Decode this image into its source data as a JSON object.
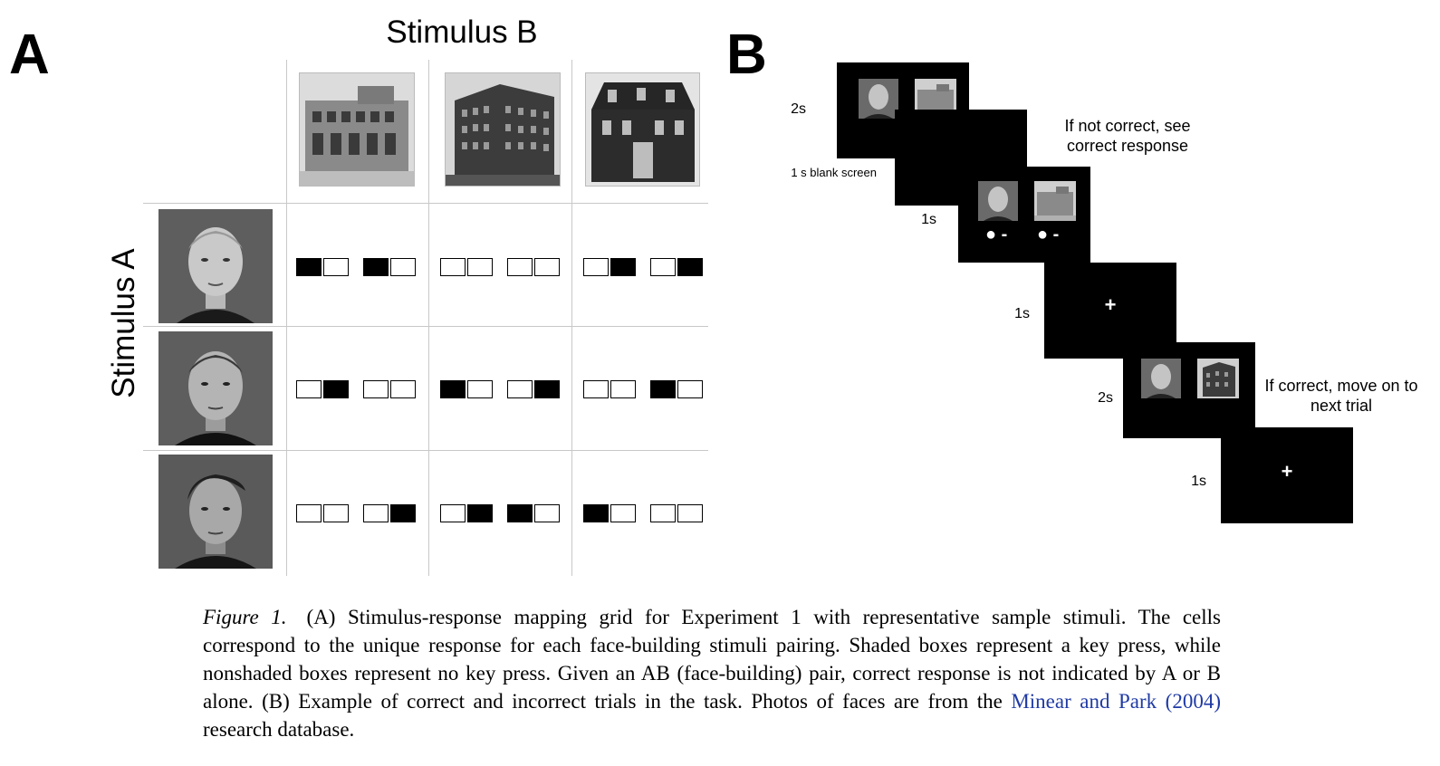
{
  "panel_a": {
    "label": "A",
    "stimulus_b_title": "Stimulus B",
    "stimulus_a_title": "Stimulus A",
    "response_grid": [
      [
        [
          [
            1,
            0
          ],
          [
            1,
            0
          ]
        ],
        [
          [
            0,
            0
          ],
          [
            0,
            0
          ]
        ],
        [
          [
            0,
            1
          ],
          [
            0,
            1
          ]
        ]
      ],
      [
        [
          [
            0,
            1
          ],
          [
            0,
            0
          ]
        ],
        [
          [
            1,
            0
          ],
          [
            0,
            1
          ]
        ],
        [
          [
            0,
            0
          ],
          [
            1,
            0
          ]
        ]
      ],
      [
        [
          [
            0,
            0
          ],
          [
            0,
            1
          ]
        ],
        [
          [
            0,
            1
          ],
          [
            1,
            0
          ]
        ],
        [
          [
            1,
            0
          ],
          [
            0,
            0
          ]
        ]
      ]
    ]
  },
  "panel_b": {
    "label": "B",
    "time_2s_first": "2s",
    "blank_screen": "1 s blank screen",
    "time_1s_feedback": "1s",
    "time_1s_fix1": "1s",
    "time_2s_second": "2s",
    "time_1s_fix2": "1s",
    "note_incorrect": "If not correct, see correct response",
    "note_correct": "If correct, move on to next trial",
    "fixation": "+",
    "response_mark": "● -"
  },
  "caption": {
    "figure_label": "Figure 1.",
    "text": "(A) Stimulus-response mapping grid for Experiment 1 with representative sample stimuli. The cells correspond to the unique response for each face-building stimuli pairing. Shaded boxes represent a key press, while nonshaded boxes represent no key press. Given an AB (face-building) pair, correct response is not indicated by A or B alone. (B) Example of correct and incorrect trials in the task. Photos of faces are from the",
    "reference": "Minear and Park (2004)",
    "text_end": "research database."
  }
}
